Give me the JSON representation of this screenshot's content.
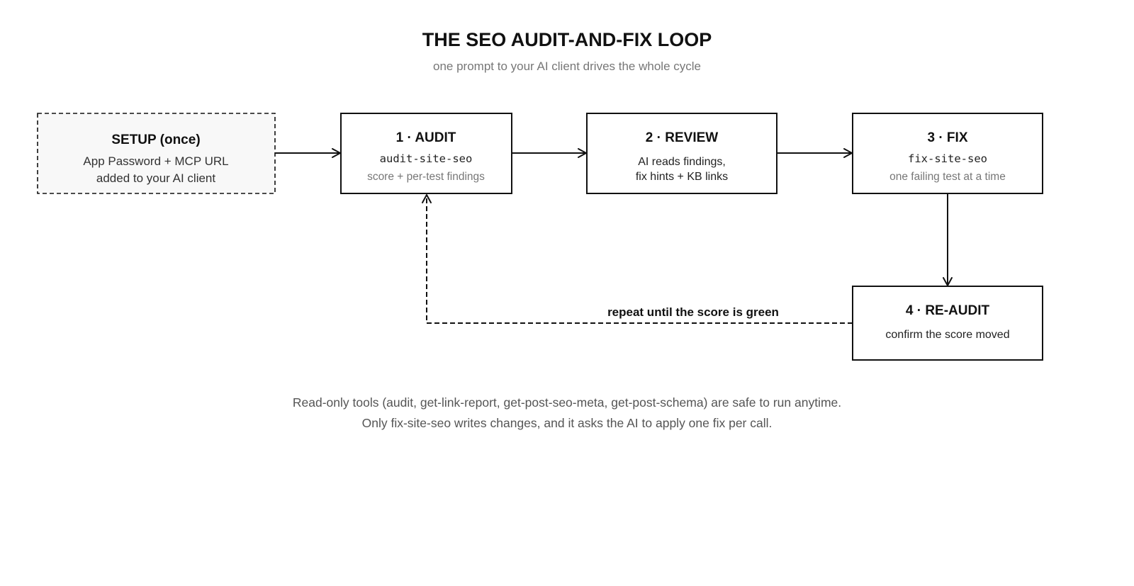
{
  "header": {
    "title": "THE SEO AUDIT-AND-FIX LOOP",
    "subtitle": "one prompt to your AI client drives the whole cycle"
  },
  "nodes": {
    "setup": {
      "title": "SETUP (once)",
      "line1": "App Password + MCP URL",
      "line2": "added to your AI client"
    },
    "audit": {
      "title": "1 · AUDIT",
      "tool": "audit-site-seo",
      "desc": "score + per-test findings"
    },
    "review": {
      "title": "2 · REVIEW",
      "line1": "AI reads findings,",
      "line2": "fix hints + KB links"
    },
    "fix": {
      "title": "3 · FIX",
      "tool": "fix-site-seo",
      "desc": "one failing test at a time"
    },
    "reaudit": {
      "title": "4 · RE-AUDIT",
      "desc": "confirm the score moved"
    }
  },
  "loop": {
    "label": "repeat until the score is green"
  },
  "footer": {
    "line1": "Read-only tools (audit, get-link-report, get-post-seo-meta, get-post-schema) are safe to run anytime.",
    "line2": "Only fix-site-seo writes changes, and it asks the AI to apply one fix per call."
  }
}
